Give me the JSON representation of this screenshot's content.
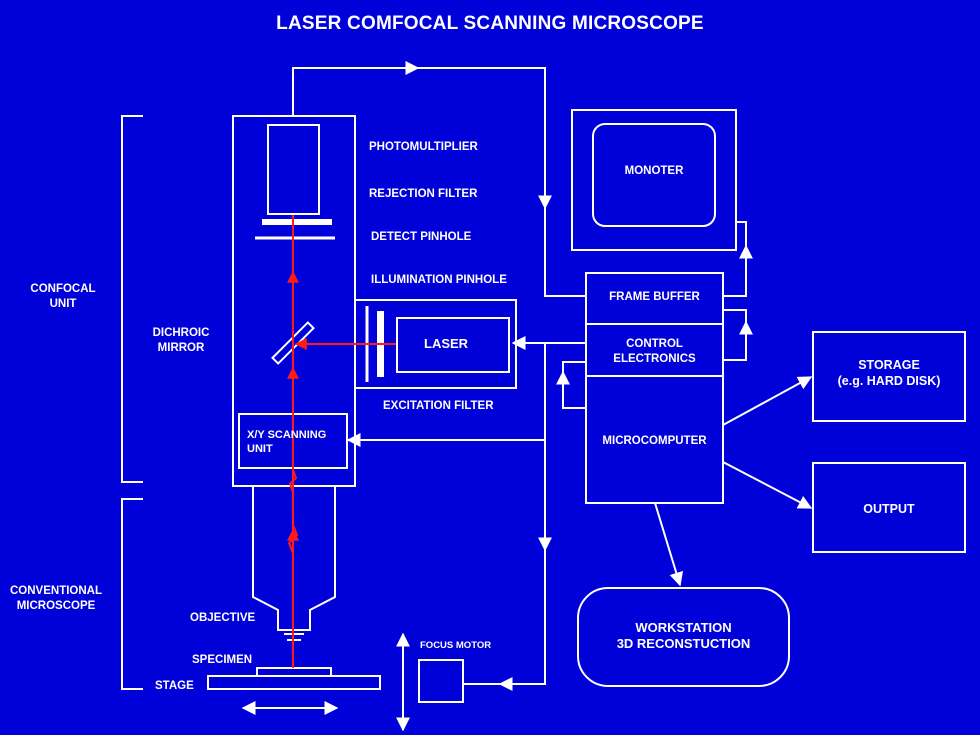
{
  "title": "LASER COMFOCAL SCANNING MICROSCOPE",
  "labels": {
    "confocal_unit": "CONFOCAL\nUNIT",
    "conventional_microscope": "CONVENTIONAL\nMICROSCOPE",
    "dichroic_mirror": "DICHROIC\nMIRROR",
    "photomultiplier": "PHOTOMULTIPLIER",
    "rejection_filter": "REJECTION FILTER",
    "detect_pinhole": "DETECT PINHOLE",
    "illumination_pinhole": "ILLUMINATION PINHOLE",
    "excitation_filter": "EXCITATION FILTER",
    "laser": "LASER",
    "xy_scanning_unit": "X/Y SCANNING\nUNIT",
    "objective": "OBJECTIVE",
    "specimen": "SPECIMEN",
    "stage": "STAGE",
    "focus_motor": "FOCUS MOTOR",
    "monitor": "MONOTER",
    "frame_buffer": "FRAME BUFFER",
    "control_electronics": "CONTROL\nELECTRONICS",
    "microcomputer": "MICROCOMPUTER",
    "storage": "STORAGE\n(e.g. HARD DISK)",
    "output": "OUTPUT",
    "workstation": "WORKSTATION\n3D RECONSTUCTION"
  },
  "colors": {
    "background": "#0000d8",
    "lines": "#ffffff",
    "beam": "#ff1a1a"
  }
}
